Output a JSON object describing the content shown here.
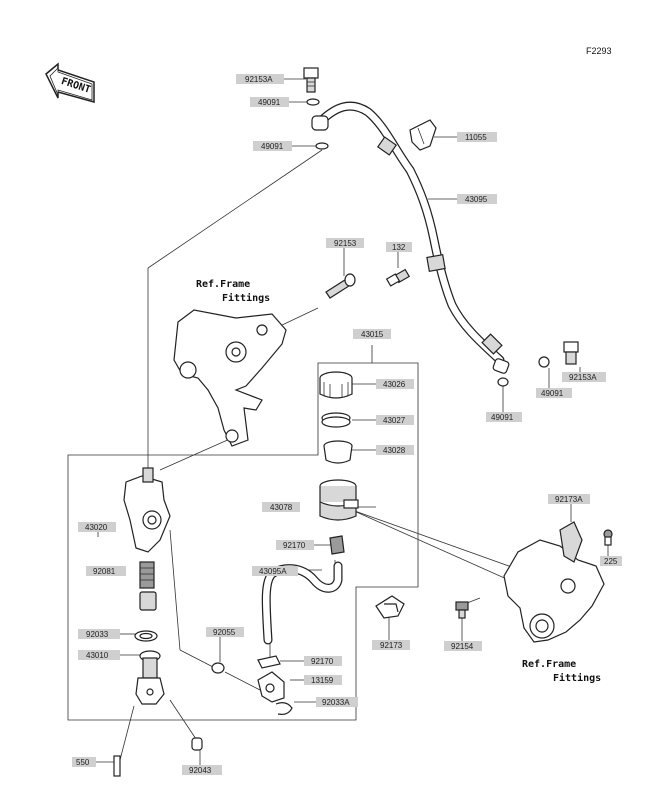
{
  "figure_code": "F2293",
  "front_label": "FRONT",
  "ref_labels": {
    "top_line1": "Ref.Frame",
    "top_line2": "Fittings",
    "bottom_line1": "Ref.Frame",
    "bottom_line2": "Fittings"
  },
  "parts": {
    "p92153A_top": "92153A",
    "p49091_a": "49091",
    "p49091_b": "49091",
    "p11055": "11055",
    "p43095": "43095",
    "p92153": "92153",
    "p132": "132",
    "p43015": "43015",
    "p43026": "43026",
    "p43027": "43027",
    "p43028": "43028",
    "p92153A_right": "92153A",
    "p49091_c": "49091",
    "p49091_d": "49091",
    "p43078": "43078",
    "p92173A": "92173A",
    "p43020": "43020",
    "p92081": "92081",
    "p92170_a": "92170",
    "p225": "225",
    "p43095A": "43095A",
    "p92033": "92033",
    "p92055": "92055",
    "p92173": "92173",
    "p92154": "92154",
    "p43010": "43010",
    "p92170_b": "92170",
    "p13159": "13159",
    "p92033A": "92033A",
    "p550": "550",
    "p92043": "92043"
  }
}
